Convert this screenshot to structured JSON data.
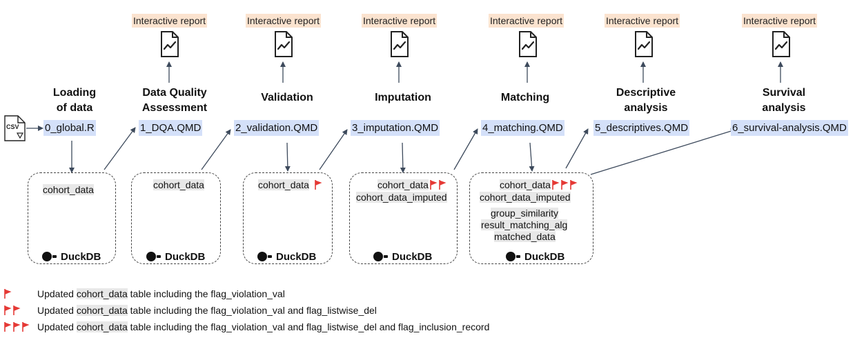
{
  "report_label": "Interactive report",
  "report_icon": "line-chart-document-icon",
  "csv_icon": {
    "name": "csv-file-icon",
    "text": "CSV"
  },
  "stages": [
    {
      "title_lines": [
        "Loading",
        "of data"
      ],
      "file": "0_global.R"
    },
    {
      "title_lines": [
        "Data Quality",
        "Assessment"
      ],
      "file": "1_DQA.QMD"
    },
    {
      "title_lines": [
        "Validation"
      ],
      "file": "2_validation.QMD"
    },
    {
      "title_lines": [
        "Imputation"
      ],
      "file": "3_imputation.QMD"
    },
    {
      "title_lines": [
        "Matching"
      ],
      "file": "4_matching.QMD"
    },
    {
      "title_lines": [
        "Descriptive",
        "analysis"
      ],
      "file": "5_descriptives.QMD"
    },
    {
      "title_lines": [
        "Survival",
        "analysis"
      ],
      "file": "6_survival-analysis.QMD"
    }
  ],
  "databases": [
    {
      "label": "DuckDB",
      "tables": [
        {
          "name": "cohort_data",
          "flags": 0
        }
      ],
      "extra": []
    },
    {
      "label": "DuckDB",
      "tables": [
        {
          "name": "cohort_data",
          "flags": 0
        }
      ],
      "extra": []
    },
    {
      "label": "DuckDB",
      "tables": [
        {
          "name": "cohort_data",
          "flags": 1
        }
      ],
      "extra": []
    },
    {
      "label": "DuckDB",
      "tables": [
        {
          "name": "cohort_data",
          "flags": 2
        },
        {
          "name": "cohort_data_imputed",
          "flags": 0
        }
      ],
      "extra": []
    },
    {
      "label": "DuckDB",
      "tables": [
        {
          "name": "cohort_data",
          "flags": 3
        },
        {
          "name": "cohort_data_imputed",
          "flags": 0
        }
      ],
      "extra": [
        "group_similarity",
        "result_matching_alg",
        "matched_data"
      ]
    }
  ],
  "legend": [
    {
      "flags": 1,
      "prefix": "Updated ",
      "table": "cohort_data",
      "suffix": " table including the flag_violation_val"
    },
    {
      "flags": 2,
      "prefix": "Updated ",
      "table": "cohort_data",
      "suffix": " table including the flag_violation_val and flag_listwise_del"
    },
    {
      "flags": 3,
      "prefix": "Updated ",
      "table": "cohort_data",
      "suffix": " table including the flag_violation_val and flag_listwise_del and flag_inclusion_record"
    }
  ],
  "colors": {
    "flag": "#e53935",
    "report_bg": "#fbe3cf",
    "file_bg": "#d4e0f9",
    "table_bg": "#e8e8e8",
    "arrow": "#3d4a5c"
  }
}
